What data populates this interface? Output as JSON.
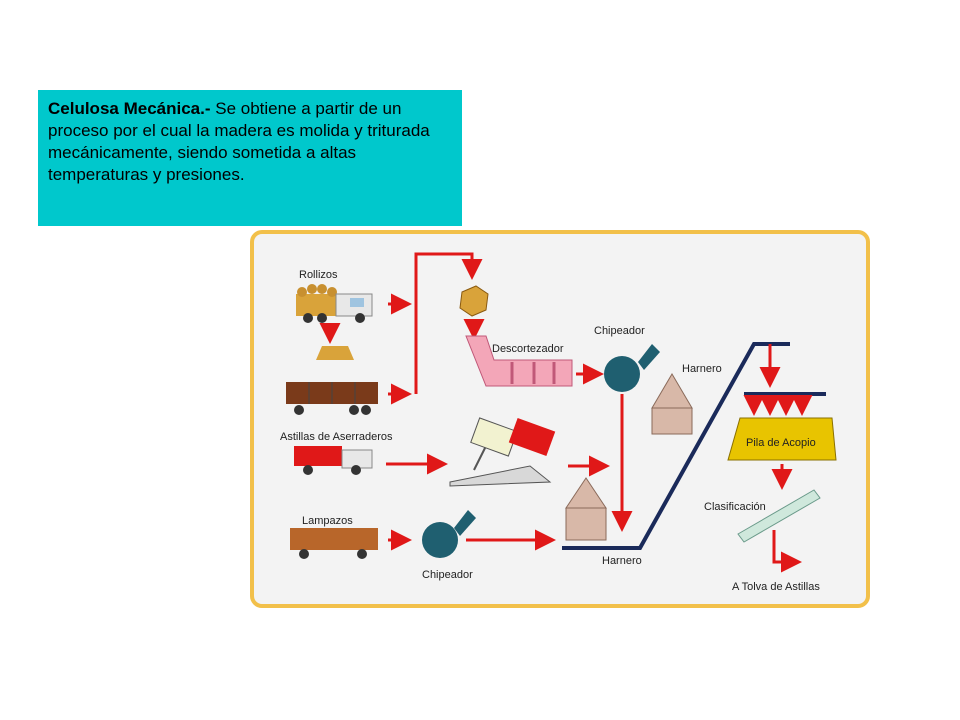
{
  "textbox": {
    "bold": "Celulosa Mecánica.-",
    "body": " Se obtiene a partir de un proceso por el cual la madera es molida y triturada mecánicamente, siendo sometida a altas temperaturas y presiones."
  },
  "diagram": {
    "labels": {
      "rollizos": "Rollizos",
      "descortezador": "Descortezador",
      "chipeador_top": "Chipeador",
      "harnero_top": "Harnero",
      "astillas": "Astillas de Aserraderos",
      "pila": "Pila de Acopio",
      "clasificacion": "Clasificación",
      "lampazos": "Lampazos",
      "chipeador_bottom": "Chipeador",
      "harnero_bottom": "Harnero",
      "tolva": "A Tolva de Astillas"
    },
    "colors": {
      "arrow": "#e01818",
      "conveyor": "#1a2a5a",
      "chipper": "#1f5f70",
      "pile": "#e8c400",
      "frame": "#f2c04a",
      "textbox_bg": "#00c8cc"
    }
  }
}
